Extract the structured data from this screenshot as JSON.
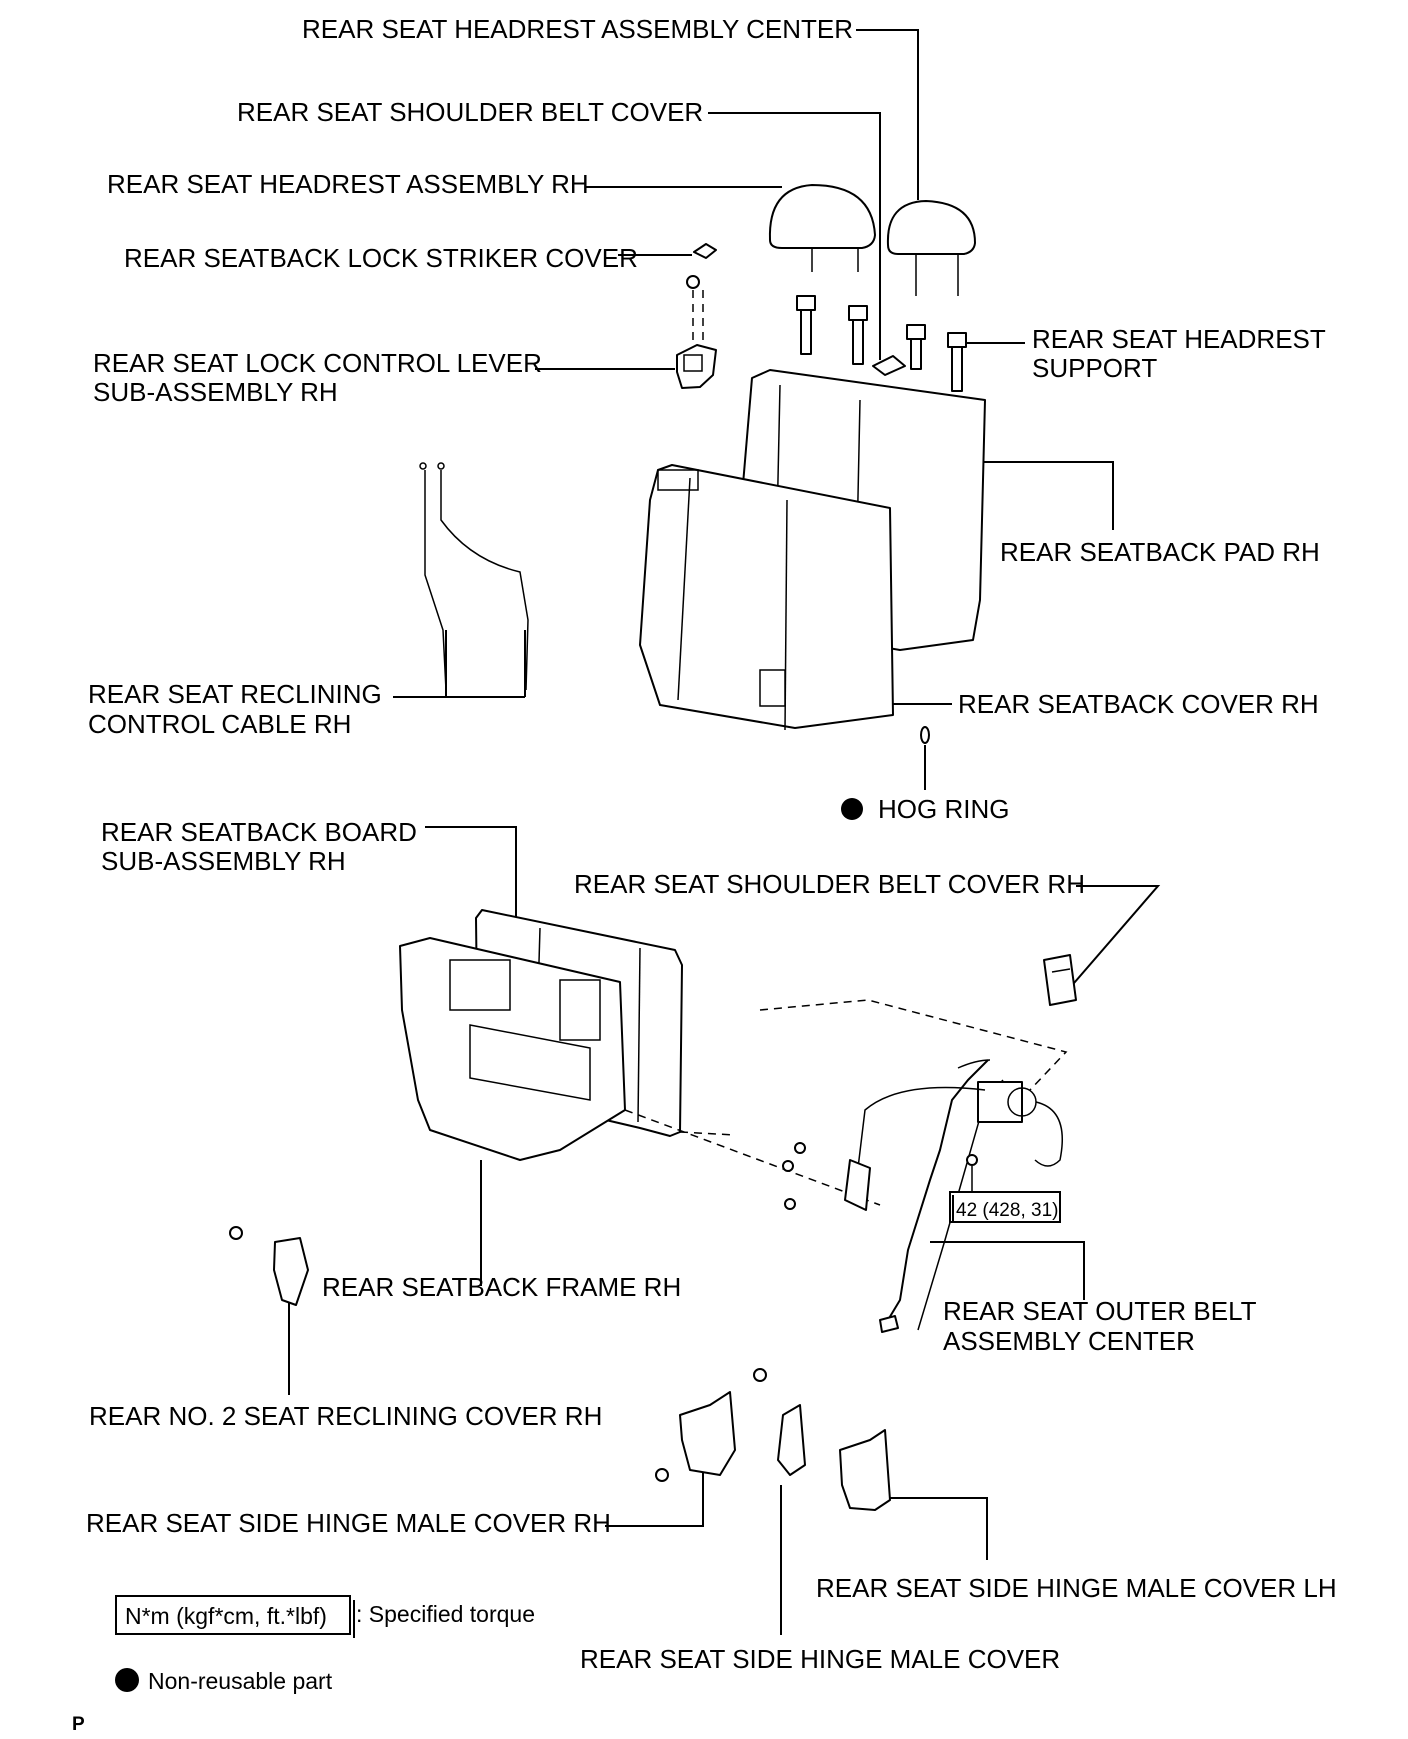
{
  "labels": {
    "headrest_center": "REAR SEAT HEADREST ASSEMBLY CENTER",
    "shoulder_belt_cover": "REAR SEAT SHOULDER BELT COVER",
    "headrest_rh": "REAR SEAT HEADREST ASSEMBLY RH",
    "striker_cover": "REAR SEATBACK LOCK STRIKER COVER",
    "lock_lever_line1": "REAR SEAT LOCK CONTROL LEVER",
    "lock_lever_line2": "SUB-ASSEMBLY RH",
    "headrest_support_line1": "REAR SEAT HEADREST",
    "headrest_support_line2": "SUPPORT",
    "seatback_pad": "REAR SEATBACK PAD RH",
    "reclining_cable_line1": "REAR SEAT RECLINING",
    "reclining_cable_line2": "CONTROL CABLE RH",
    "seatback_cover": "REAR SEATBACK COVER RH",
    "hog_ring": "HOG RING",
    "board_line1": "REAR SEATBACK BOARD",
    "board_line2": "SUB-ASSEMBLY RH",
    "shoulder_belt_cover_rh": "REAR SEAT SHOULDER BELT COVER RH",
    "frame": "REAR SEATBACK FRAME RH",
    "outer_belt_line1": "REAR SEAT OUTER BELT",
    "outer_belt_line2": "ASSEMBLY CENTER",
    "reclining_cover": "REAR NO. 2 SEAT RECLINING COVER RH",
    "hinge_cover_rh": "REAR SEAT SIDE HINGE MALE COVER RH",
    "hinge_cover_lh": "REAR SEAT SIDE HINGE MALE COVER LH",
    "hinge_cover": "REAR SEAT SIDE HINGE MALE COVER"
  },
  "torque_value": "42 (428, 31)",
  "legend": {
    "torque_box": "N*m (kgf*cm, ft.*lbf)",
    "torque_text": ": Specified torque",
    "nonreusable_text": "Non-reusable part"
  },
  "footer_code": "P"
}
